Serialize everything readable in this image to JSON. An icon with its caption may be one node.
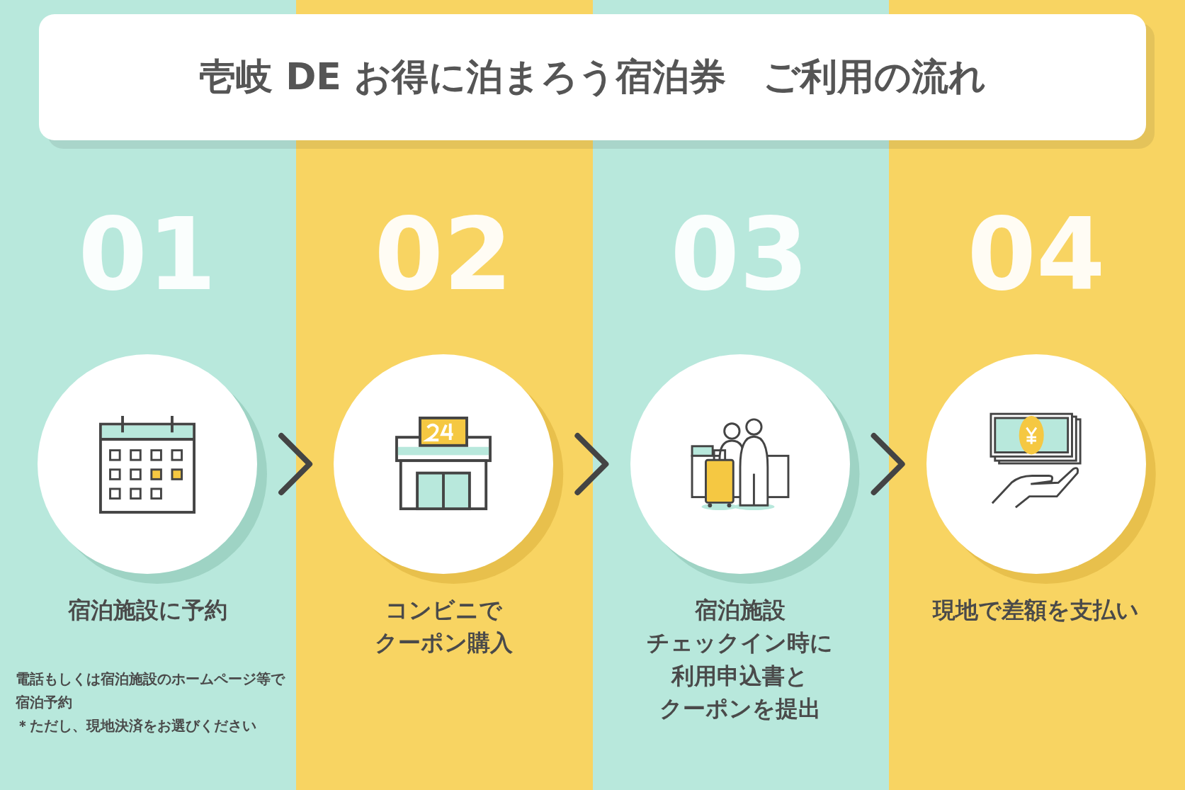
{
  "diagram": {
    "title": "壱岐 DE お得に泊まろう宿泊券　ご利用の流れ",
    "nodes": [
      {
        "text": [
          "宿泊施設に予約"
        ]
      },
      {
        "text": [
          "コンビニでクーポン購入"
        ]
      },
      {
        "text": [
          "宿泊施設チェックイン時に利用申込書とクーポンを提出"
        ]
      },
      {
        "text": [
          "現地で差額を支払い"
        ]
      }
    ],
    "edges": [
      {
        "from": 0,
        "to": 1,
        "arrow": "to"
      },
      {
        "from": 1,
        "to": 2,
        "arrow": "to"
      },
      {
        "from": 2,
        "to": 3,
        "arrow": "to"
      }
    ],
    "labels": [
      "01",
      "02",
      "03",
      "04",
      "電話もしくは宿泊施設のホームページ等で宿泊予約",
      "＊ただし、現地決済をお選びください"
    ]
  }
}
